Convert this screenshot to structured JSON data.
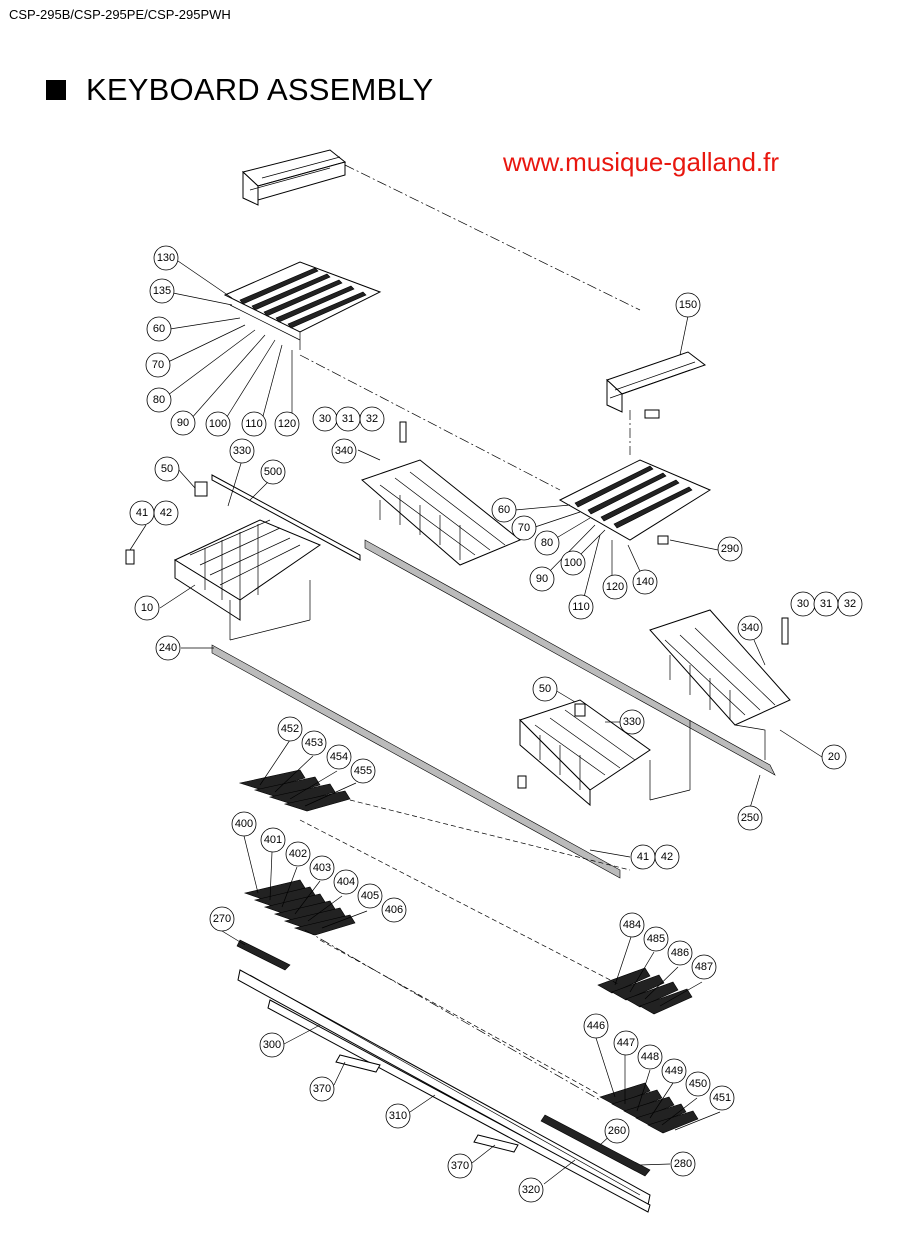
{
  "header": {
    "model": "CSP-295B/CSP-295PE/CSP-295PWH",
    "title": "KEYBOARD ASSEMBLY",
    "website": "www.musique-galland.fr"
  },
  "callouts": [
    {
      "id": "c130",
      "text": "130"
    },
    {
      "id": "c135",
      "text": "135"
    },
    {
      "id": "c60a",
      "text": "60"
    },
    {
      "id": "c70a",
      "text": "70"
    },
    {
      "id": "c80a",
      "text": "80"
    },
    {
      "id": "c90a",
      "text": "90"
    },
    {
      "id": "c100a",
      "text": "100"
    },
    {
      "id": "c110a",
      "text": "110"
    },
    {
      "id": "c120a",
      "text": "120"
    },
    {
      "id": "c150",
      "text": "150"
    },
    {
      "id": "c30a",
      "text": "30"
    },
    {
      "id": "c31a",
      "text": "31"
    },
    {
      "id": "c32a",
      "text": "32"
    },
    {
      "id": "c340a",
      "text": "340"
    },
    {
      "id": "c330a",
      "text": "330"
    },
    {
      "id": "c50a",
      "text": "50"
    },
    {
      "id": "c500",
      "text": "500"
    },
    {
      "id": "c41a",
      "text": "41"
    },
    {
      "id": "c42a",
      "text": "42"
    },
    {
      "id": "c10",
      "text": "10"
    },
    {
      "id": "c60b",
      "text": "60"
    },
    {
      "id": "c70b",
      "text": "70"
    },
    {
      "id": "c80b",
      "text": "80"
    },
    {
      "id": "c90b",
      "text": "90"
    },
    {
      "id": "c100b",
      "text": "100"
    },
    {
      "id": "c110b",
      "text": "110"
    },
    {
      "id": "c120b",
      "text": "120"
    },
    {
      "id": "c140",
      "text": "140"
    },
    {
      "id": "c290",
      "text": "290"
    },
    {
      "id": "c30b",
      "text": "30"
    },
    {
      "id": "c31b",
      "text": "31"
    },
    {
      "id": "c32b",
      "text": "32"
    },
    {
      "id": "c340b",
      "text": "340"
    },
    {
      "id": "c240",
      "text": "240"
    },
    {
      "id": "c50b",
      "text": "50"
    },
    {
      "id": "c330b",
      "text": "330"
    },
    {
      "id": "c20",
      "text": "20"
    },
    {
      "id": "c250",
      "text": "250"
    },
    {
      "id": "c452",
      "text": "452"
    },
    {
      "id": "c453",
      "text": "453"
    },
    {
      "id": "c454",
      "text": "454"
    },
    {
      "id": "c455",
      "text": "455"
    },
    {
      "id": "c41b",
      "text": "41"
    },
    {
      "id": "c42b",
      "text": "42"
    },
    {
      "id": "c400",
      "text": "400"
    },
    {
      "id": "c401",
      "text": "401"
    },
    {
      "id": "c402",
      "text": "402"
    },
    {
      "id": "c403",
      "text": "403"
    },
    {
      "id": "c404",
      "text": "404"
    },
    {
      "id": "c405",
      "text": "405"
    },
    {
      "id": "c406",
      "text": "406"
    },
    {
      "id": "c484",
      "text": "484"
    },
    {
      "id": "c485",
      "text": "485"
    },
    {
      "id": "c486",
      "text": "486"
    },
    {
      "id": "c487",
      "text": "487"
    },
    {
      "id": "c270",
      "text": "270"
    },
    {
      "id": "c300",
      "text": "300"
    },
    {
      "id": "c446",
      "text": "446"
    },
    {
      "id": "c447",
      "text": "447"
    },
    {
      "id": "c448",
      "text": "448"
    },
    {
      "id": "c449",
      "text": "449"
    },
    {
      "id": "c450",
      "text": "450"
    },
    {
      "id": "c451",
      "text": "451"
    },
    {
      "id": "c370a",
      "text": "370"
    },
    {
      "id": "c310",
      "text": "310"
    },
    {
      "id": "c260",
      "text": "260"
    },
    {
      "id": "c370b",
      "text": "370"
    },
    {
      "id": "c280",
      "text": "280"
    },
    {
      "id": "c320",
      "text": "320"
    }
  ]
}
